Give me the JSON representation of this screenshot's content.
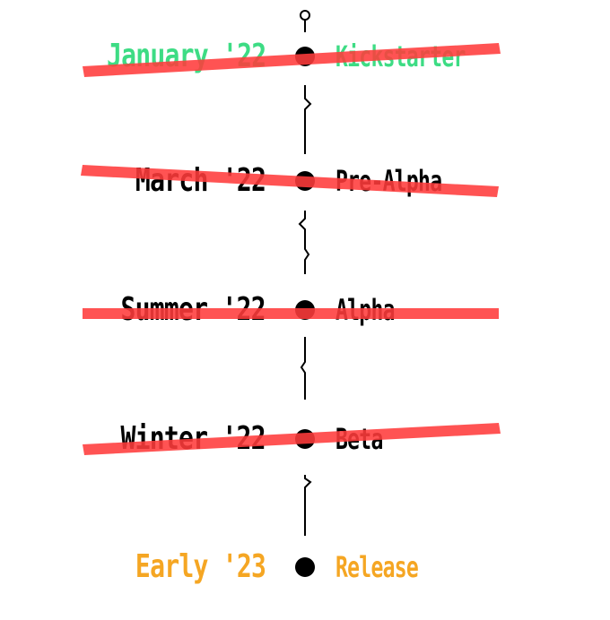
{
  "colors": {
    "done_past": "#3ddc84",
    "default": "#000000",
    "upcoming": "#f5a623",
    "strike": "#ff3333"
  },
  "milestones": [
    {
      "date": "January '22",
      "label": "Kickstarter",
      "status": "done",
      "color": "#3ddc84",
      "struck": true
    },
    {
      "date": "March '22",
      "label": "Pre-Alpha",
      "status": "done",
      "color": "#000000",
      "struck": true
    },
    {
      "date": "Summer '22",
      "label": "Alpha",
      "status": "done",
      "color": "#000000",
      "struck": true
    },
    {
      "date": "Winter '22",
      "label": "Beta",
      "status": "done",
      "color": "#000000",
      "struck": true
    },
    {
      "date": "Early '23",
      "label": "Release",
      "status": "upcoming",
      "color": "#f5a623",
      "struck": false
    }
  ]
}
